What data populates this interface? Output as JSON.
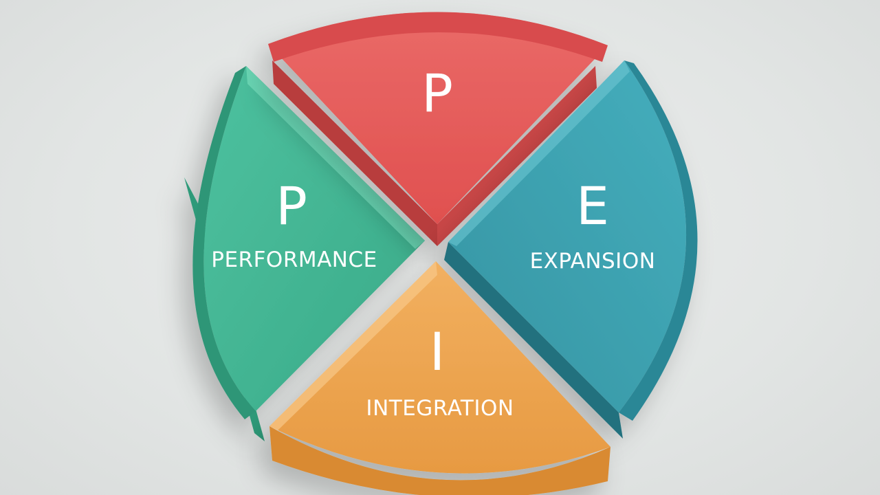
{
  "segments": {
    "top": {
      "letter": "P",
      "label": "",
      "color": "#e35a5a"
    },
    "left": {
      "letter": "P",
      "label": "PERFORMANCE",
      "color": "#46b896"
    },
    "right": {
      "letter": "E",
      "label": "EXPANSION",
      "color": "#3a9fae"
    },
    "bottom": {
      "letter": "I",
      "label": "INTEGRATION",
      "color": "#eca24c"
    }
  }
}
